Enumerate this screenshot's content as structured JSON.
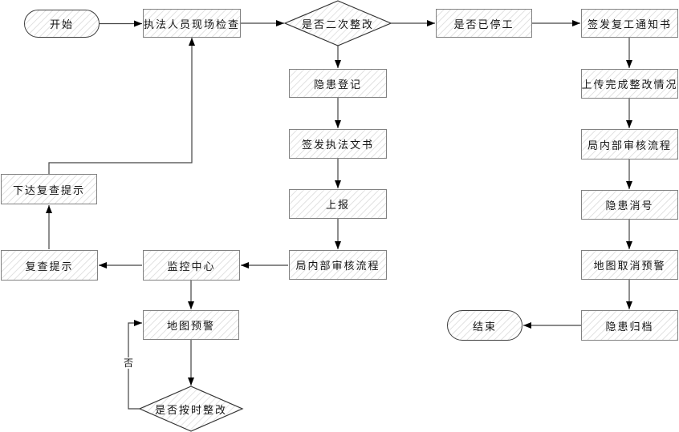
{
  "flowchart": {
    "nodes": {
      "start": {
        "label": "开始"
      },
      "inspect": {
        "label": "执法人员现场检查"
      },
      "decision_second_fix": {
        "label": "是否二次整改"
      },
      "work_stopped": {
        "label": "是否已停工"
      },
      "issue_resume_notice": {
        "label": "签发复工通知书"
      },
      "upload_fix_status": {
        "label": "上传完成整改情况"
      },
      "bureau_audit_right": {
        "label": "局内部审核流程"
      },
      "hazard_cancel_number": {
        "label": "隐患消号"
      },
      "map_cancel_warning": {
        "label": "地图取消预警"
      },
      "hazard_archive": {
        "label": "隐患归档"
      },
      "end": {
        "label": "结束"
      },
      "hazard_register": {
        "label": "隐患登记"
      },
      "issue_enforcement_doc": {
        "label": "签发执法文书"
      },
      "report": {
        "label": "上报"
      },
      "bureau_audit_mid": {
        "label": "局内部审核流程"
      },
      "monitor_center": {
        "label": "监控中心"
      },
      "review_hint": {
        "label": "复查提示"
      },
      "issue_review_hint": {
        "label": "下达复查提示"
      },
      "map_warning": {
        "label": "地图预警"
      },
      "decision_ontime_fix": {
        "label": "是否按时整改"
      }
    },
    "edge_labels": {
      "no": "否"
    },
    "colors": {
      "background": "#ffffff",
      "rect_border": "#828282",
      "terminal_border": "#3f3f3f",
      "diamond_border": "#333333",
      "line": "#444444",
      "arrowhead": "#000000",
      "hatch": "#e3e3e3",
      "text": "#141414"
    }
  }
}
